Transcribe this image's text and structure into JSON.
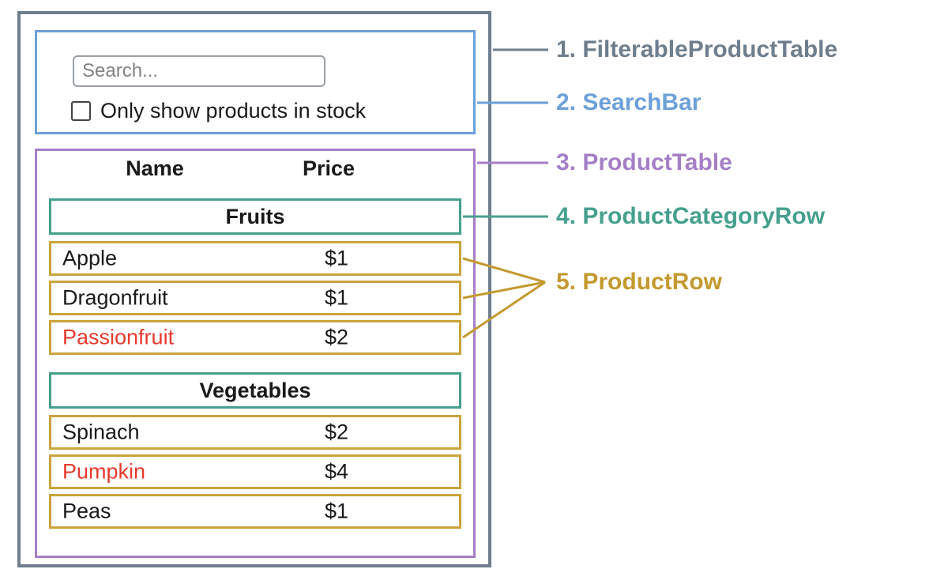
{
  "mock_ui": {
    "search_bar": {
      "input_placeholder": "Search...",
      "checkbox_label": "Only show products in stock",
      "checkbox_checked": false
    },
    "product_table": {
      "headers": {
        "name": "Name",
        "price": "Price"
      },
      "sections": [
        {
          "category": "Fruits",
          "rows": [
            {
              "name": "Apple",
              "price": "$1",
              "in_stock": true
            },
            {
              "name": "Dragonfruit",
              "price": "$1",
              "in_stock": true
            },
            {
              "name": "Passionfruit",
              "price": "$2",
              "in_stock": false
            }
          ]
        },
        {
          "category": "Vegetables",
          "rows": [
            {
              "name": "Spinach",
              "price": "$2",
              "in_stock": true
            },
            {
              "name": "Pumpkin",
              "price": "$4",
              "in_stock": false
            },
            {
              "name": "Peas",
              "price": "$1",
              "in_stock": true
            }
          ]
        }
      ]
    }
  },
  "legend": {
    "items": [
      {
        "label": "1. FilterableProductTable",
        "color": "#6e7e8d"
      },
      {
        "label": "2. SearchBar",
        "color": "#6ca0d8"
      },
      {
        "label": "3. ProductTable",
        "color": "#a57fc6"
      },
      {
        "label": "4. ProductCategoryRow",
        "color": "#45a08e"
      },
      {
        "label": "5. ProductRow",
        "color": "#c39a2f"
      }
    ]
  },
  "colors": {
    "filterable_product_table_border": "#6e7e8d",
    "search_bar_border": "#6ca0d8",
    "product_table_border": "#a57fc6",
    "category_row_border": "#45a08e",
    "product_row_border": "#c9a43c",
    "out_of_stock_text": "#e8392e"
  }
}
